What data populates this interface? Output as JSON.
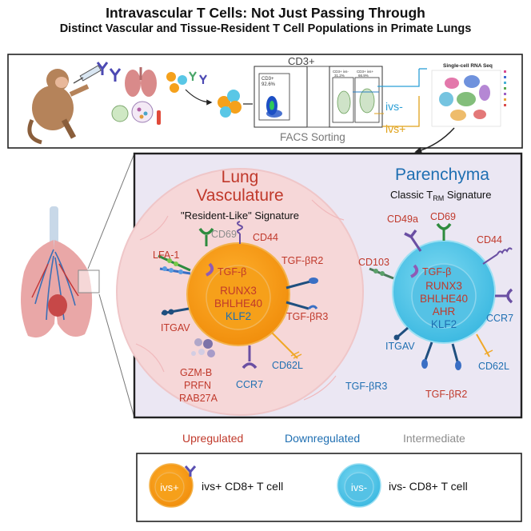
{
  "title": "Intravascular T Cells: Not Just Passing Through",
  "subtitle": "Distinct Vascular and Tissue-Resident T Cell Populations in Primate Lungs",
  "workflow": {
    "cd3_label": "CD3+",
    "facs_label": "FACS Sorting",
    "ivs_neg": "ivs-",
    "ivs_pos": "ivs+",
    "scrna_title": "Single-cell RNA Seq",
    "plot1_gate": "CD3+",
    "plot1_pct": "92.6%",
    "plot2_gate_a": "CD3+ ivs-",
    "plot2_pct_a": "31.2%",
    "plot2_gate_b": "CD3+ ivs+",
    "plot2_pct_b": "66.9%"
  },
  "colors": {
    "upregulated": "#c0392b",
    "downregulated": "#1f6fb2",
    "intermediate": "#8c8c8c",
    "ivs_pos_cell": "#f5a11c",
    "ivs_neg_cell": "#59c7e6"
  },
  "vasculature": {
    "title_line1": "Lung",
    "title_line2": "Vasculature",
    "signature": "\"Resident-Like\" Signature",
    "markers": {
      "cd69": "CD69",
      "cd44": "CD44",
      "lfa1": "LFA-1",
      "tgfbr2": "TGF-βR2",
      "tgfbr3": "TGF-βR3",
      "itgav": "ITGAV",
      "cd62l": "CD62L",
      "ccr7": "CCR7",
      "gzmb": "GZM-B",
      "prfn": "PRFN",
      "rab27a": "RAB27A"
    },
    "inside": {
      "tgfb": "TGF-β",
      "runx3": "RUNX3",
      "bhlhe40": "BHLHE40",
      "klf2": "KLF2"
    }
  },
  "parenchyma": {
    "title": "Parenchyma",
    "signature_prefix": "Classic T",
    "signature_sub": "RM",
    "signature_suffix": " Signature",
    "markers": {
      "cd49a": "CD49a",
      "cd69": "CD69",
      "cd44": "CD44",
      "cd103": "CD103",
      "ccr7": "CCR7",
      "itgav": "ITGAV",
      "cd62l": "CD62L",
      "tgfbr3": "TGF-βR3",
      "tgfbr2": "TGF-βR2"
    },
    "inside": {
      "tgfb": "TGF-β",
      "runx3": "RUNX3",
      "bhlhe40": "BHLHE40",
      "ahr": "AHR",
      "klf2": "KLF2"
    }
  },
  "legend_colors": {
    "upregulated": "Upregulated",
    "downregulated": "Downregulated",
    "intermediate": "Intermediate"
  },
  "legend_cells": {
    "ivs_pos_badge": "ivs+",
    "ivs_pos_label": "ivs+ CD8+ T cell",
    "ivs_neg_badge": "ivs-",
    "ivs_neg_label": "ivs- CD8+ T cell"
  }
}
